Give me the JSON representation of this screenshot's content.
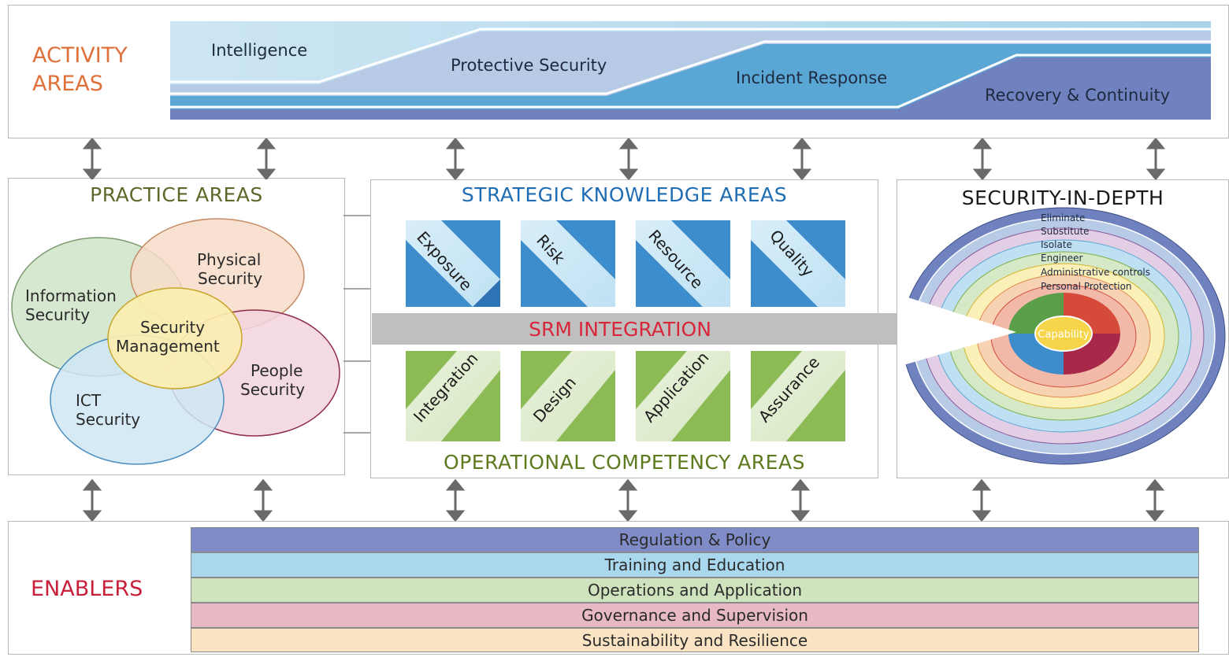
{
  "activity": {
    "label_line1": "ACTIVITY",
    "label_line2": "AREAS",
    "stages": [
      "Intelligence",
      "Protective Security",
      "Incident Response",
      "Recovery & Continuity"
    ]
  },
  "practice": {
    "title": "PRACTICE AREAS",
    "circles": {
      "information": [
        "Information",
        "Security"
      ],
      "physical": [
        "Physical",
        "Security"
      ],
      "management": [
        "Security",
        "Management"
      ],
      "people": [
        "People",
        "Security"
      ],
      "ict": [
        "ICT",
        "Security"
      ]
    }
  },
  "strategic": {
    "title": "STRATEGIC KNOWLEDGE AREAS",
    "items": [
      "Exposure",
      "Risk",
      "Resource",
      "Quality"
    ]
  },
  "srm": {
    "label": "SRM INTEGRATION"
  },
  "operational": {
    "title": "OPERATIONAL COMPETENCY AREAS",
    "items": [
      "Integration",
      "Design",
      "Application",
      "Assurance"
    ]
  },
  "depth": {
    "title": "SECURITY-IN-DEPTH",
    "rings": [
      "Eliminate",
      "Substitute",
      "Isolate",
      "Engineer",
      "Administrative controls",
      "Personal Protection"
    ],
    "center": "Capability"
  },
  "enablers": {
    "label": "ENABLERS",
    "bars": [
      "Regulation & Policy",
      "Training and Education",
      "Operations and Application",
      "Governance and Supervision",
      "Sustainability and Resilience"
    ]
  },
  "colors": {
    "activity_label": "#e0703a",
    "practice_title": "#5b6a2a",
    "strategic_title": "#1f6db3",
    "srm_label": "#d8263a",
    "operational_title": "#5d7a1f",
    "enablers_label": "#c8203a",
    "arrow": "#6a6a6a"
  }
}
